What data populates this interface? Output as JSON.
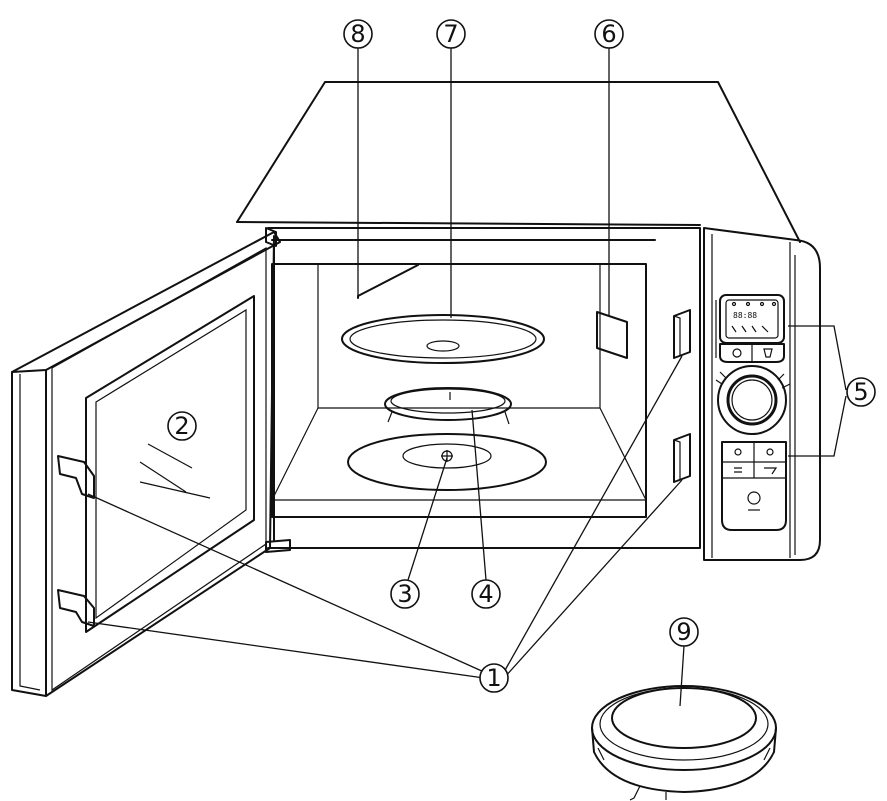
{
  "callouts": [
    {
      "id": "1",
      "label": "①"
    },
    {
      "id": "2",
      "label": "②"
    },
    {
      "id": "3",
      "label": "③"
    },
    {
      "id": "4",
      "label": "④"
    },
    {
      "id": "5",
      "label": "⑤"
    },
    {
      "id": "6",
      "label": "⑥"
    },
    {
      "id": "7",
      "label": "⑦"
    },
    {
      "id": "8",
      "label": "⑧"
    },
    {
      "id": "9",
      "label": "⑨"
    }
  ],
  "display": {
    "digits": "88:88"
  }
}
